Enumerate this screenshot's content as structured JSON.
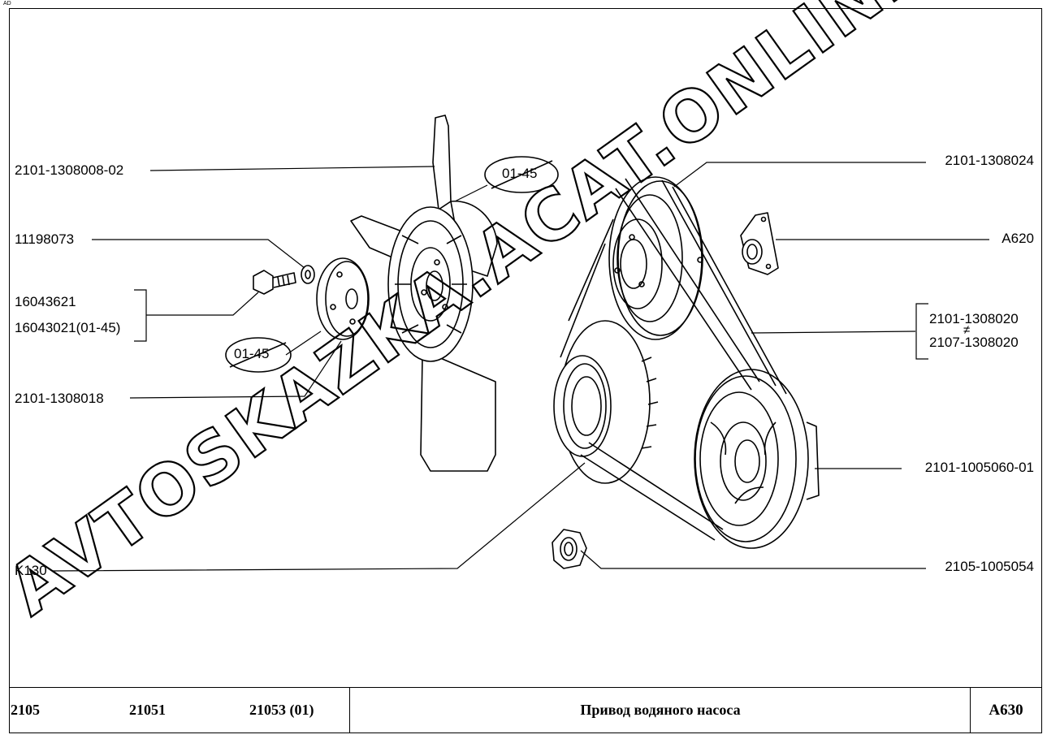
{
  "corner_mark": "AD",
  "callouts": {
    "fan": "2101-1308008-02",
    "fan_variant_top": "01-45",
    "washer": "11198073",
    "bolt_a": "16043621",
    "bolt_b": "16043021(01-45)",
    "spacer_variant": "01-45",
    "spacer": "2101-1308018",
    "pulley_pump": "2101-1308024",
    "gasket": "A620",
    "belt_a": "2101-1308020",
    "belt_sym": "≠",
    "belt_b": "2107-1308020",
    "crank_pulley": "2101-1005060-01",
    "generator": "K130",
    "nut": "2105-1005054"
  },
  "footer": {
    "model_1": "2105",
    "model_2": "21051",
    "model_3": "21053 (01)",
    "title": "Привод водяного насоса",
    "code": "A630"
  },
  "watermark": "AVTOSKAZKA.ACAT.ONLINE"
}
